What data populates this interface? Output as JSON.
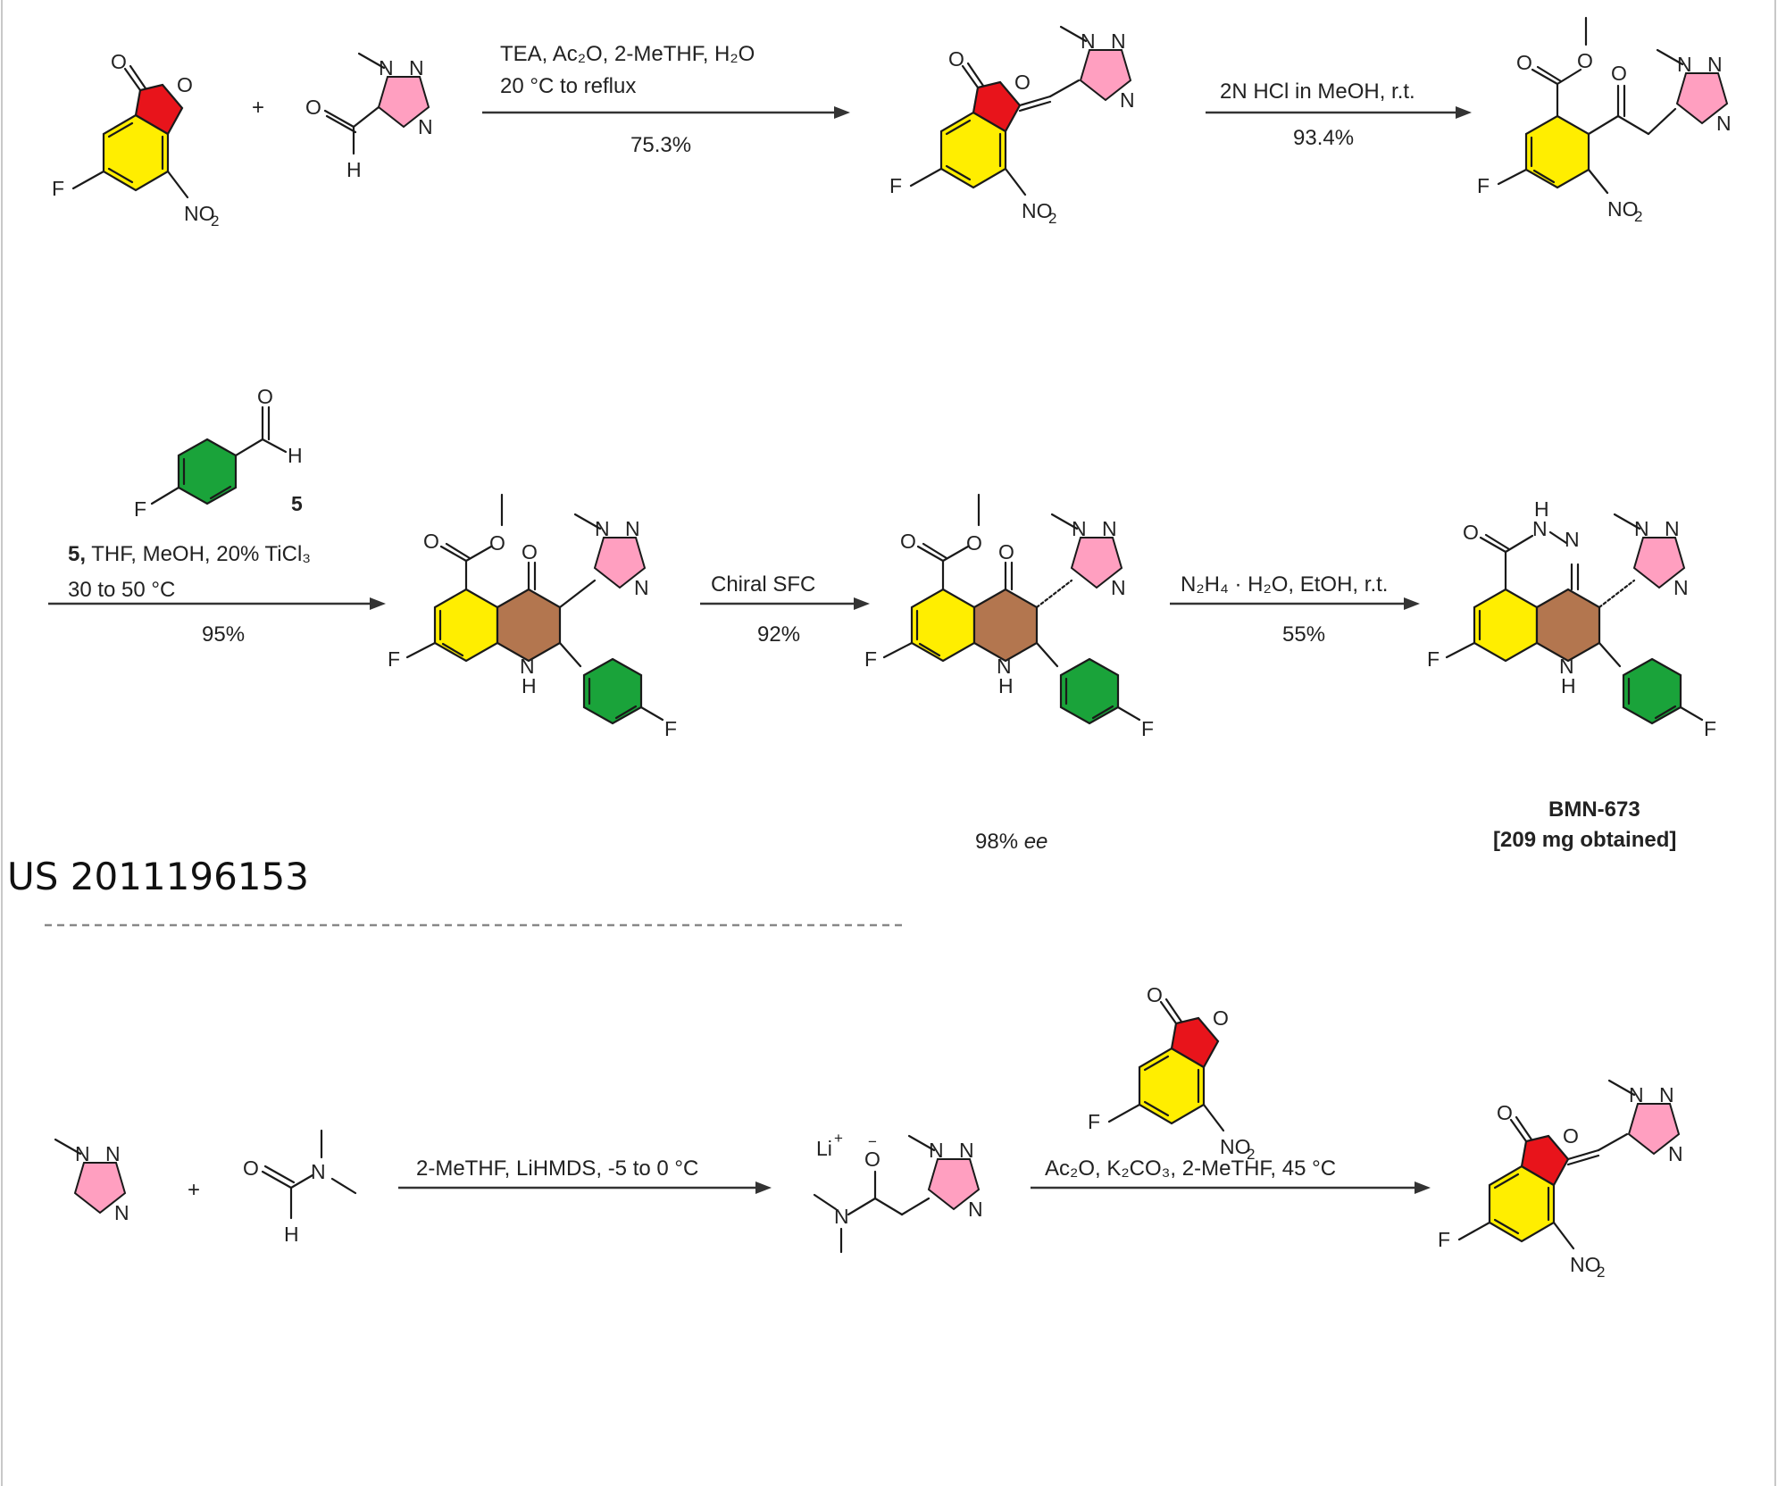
{
  "atoms": {
    "O": "O",
    "N": "N",
    "H": "H",
    "F": "F",
    "NO2_main": "NO",
    "NO2_sub": "2",
    "Li": "Li",
    "plus_sup": "+",
    "minus_sup": "−"
  },
  "plus_sign": "+",
  "reaction1": {
    "cond1": "TEA, Ac₂O, 2-MeTHF, H₂O",
    "cond2": "20 °C to reflux",
    "yield": "75.3%"
  },
  "reaction2": {
    "cond1": "2N HCl in MeOH, r.t.",
    "yield": "93.4%"
  },
  "reaction3": {
    "reagent_label": "5",
    "cond1_bold": "5,",
    "cond1": " THF, MeOH, 20% TiCl₃",
    "cond2": "30 to 50 °C",
    "yield": "95%"
  },
  "reaction4": {
    "cond1": "Chiral SFC",
    "yield": "92%"
  },
  "reaction5": {
    "cond1": "N₂H₄ · H₂O, EtOH, r.t.",
    "yield": "55%"
  },
  "ee_note": {
    "value": "98% ",
    "unit": "ee"
  },
  "product": {
    "name": "BMN-673",
    "amount": "[209 mg obtained]"
  },
  "patent_label": "US 2011196153",
  "reaction6": {
    "cond1": "2-MeTHF, LiHMDS, -5 to 0 °C"
  },
  "reaction7": {
    "cond1": "Ac₂O, K₂CO₃, 2-MeTHF, 45 °C"
  },
  "ring_colors": {
    "benzene_core": "#ffee00",
    "lactone_ring": "#e8141b",
    "triazole": "#ff9fc0",
    "fluorophenyl": "#1aa33a",
    "tetrahydro_ring": "#b3764f"
  }
}
